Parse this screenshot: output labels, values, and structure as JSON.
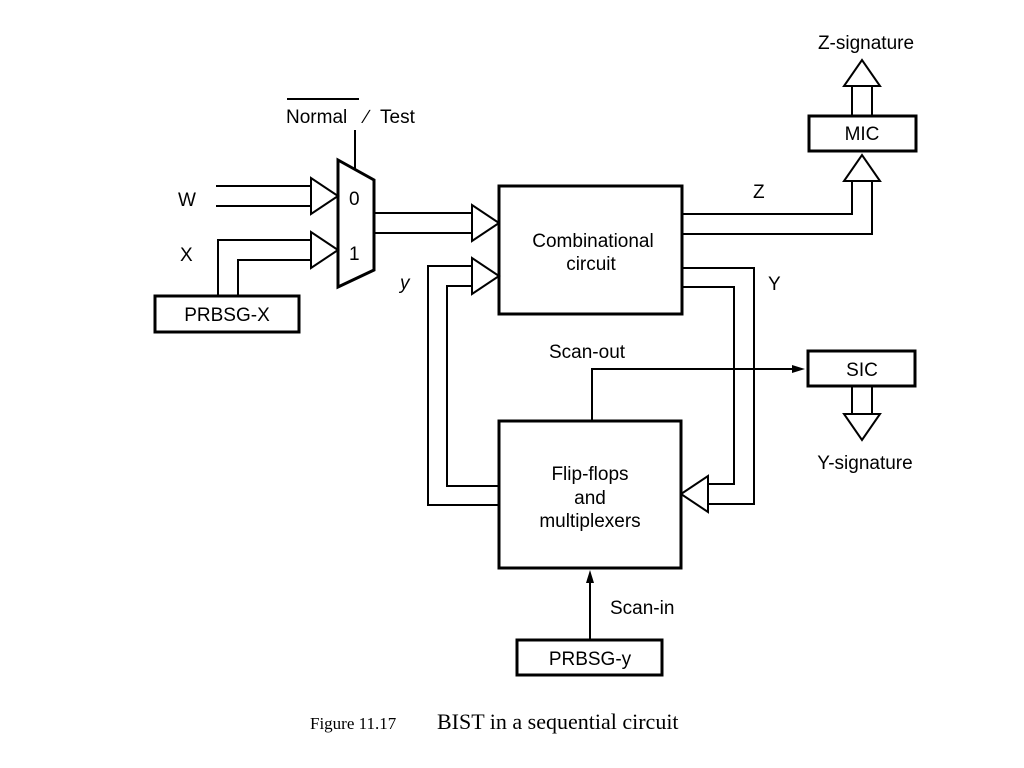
{
  "diagram": {
    "control_label_overbar": "Normal",
    "control_label_rest": "Test",
    "inputs": {
      "w": "W",
      "x": "X"
    },
    "mux": {
      "in0": "0",
      "in1": "1"
    },
    "blocks": {
      "prbsg_x": "PRBSG-X",
      "combinational_line1": "Combinational",
      "combinational_line2": "circuit",
      "mic": "MIC",
      "sic": "SIC",
      "flipflops_line1": "Flip-flops",
      "flipflops_line2": "and",
      "flipflops_line3": "multiplexers",
      "prbsg_y": "PRBSG-y"
    },
    "signals": {
      "z": "Z",
      "y_upper": "Y",
      "y_lower": "y",
      "scan_out": "Scan-out",
      "scan_in": "Scan-in",
      "z_signature": "Z-signature",
      "y_signature": "Y-signature"
    }
  },
  "caption": {
    "label": "Figure 11.17",
    "text": "BIST in a sequential circuit"
  }
}
